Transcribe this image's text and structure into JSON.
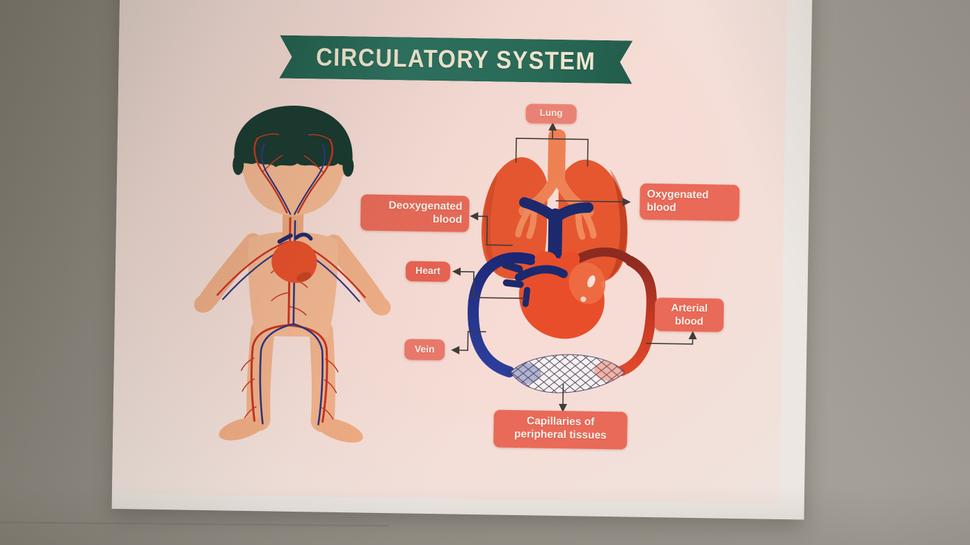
{
  "title_banner": {
    "text": "CIRCULATORY SYSTEM"
  },
  "callouts": {
    "lung": "Lung",
    "deoxygenated_blood": "Deoxygenated\nblood",
    "oxygenated_blood": "Oxygenated\nblood",
    "heart": "Heart",
    "arterial_blood": "Arterial\nblood",
    "vein": "Vein",
    "capillaries": "Capillaries of\nperipheral tissues"
  },
  "figures": {
    "left": "child full-body figure with circulatory network",
    "right": "heart, lungs and capillary circulation loop"
  },
  "colors": {
    "banner_green": "#296c59",
    "banner_text": "#f1e8d2",
    "callout_salmon": "#e96a58",
    "callout_text": "#fcf1ec",
    "organ_orange": "#e65730",
    "artery_red": "#d6402a",
    "vein_navy": "#22318c",
    "skin": "#f3b792",
    "hair": "#16382f",
    "slide_pink": "#f6dcd5",
    "backdrop_gray": "#9a958d",
    "annotation_line": "#3f3c3a"
  }
}
